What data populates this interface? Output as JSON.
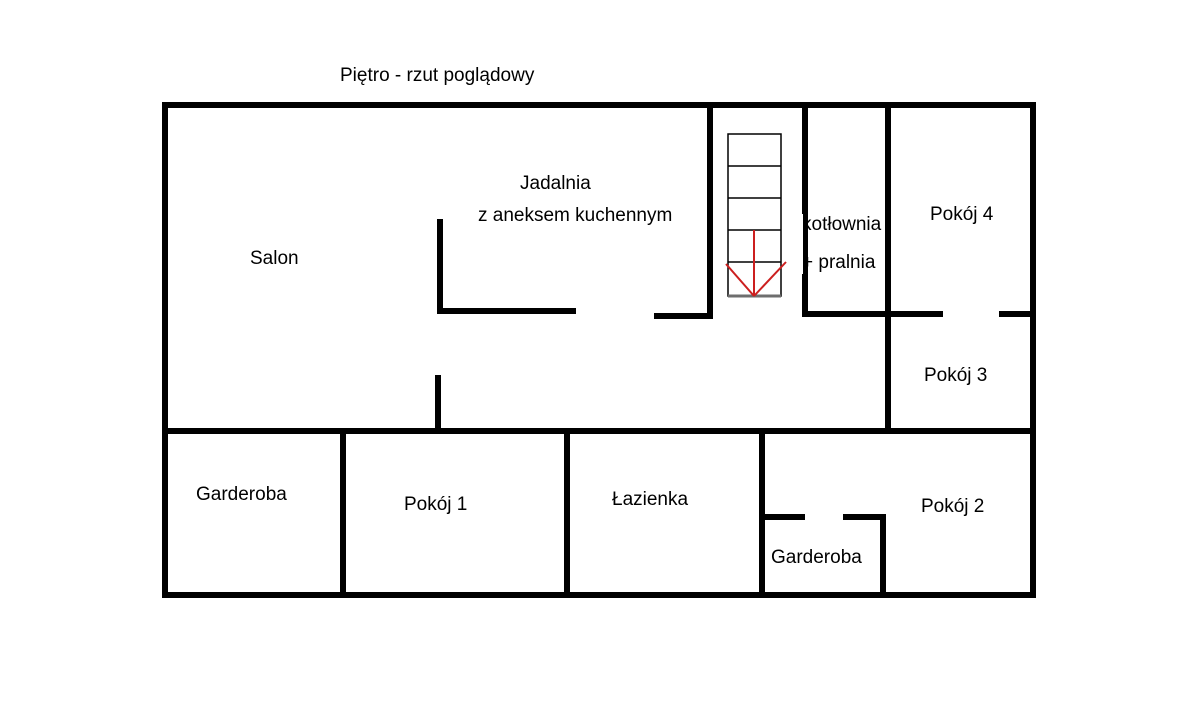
{
  "title": "Piętro - rzut poglądowy",
  "rooms": {
    "salon": "Salon",
    "jadalnia_line1": "Jadalnia",
    "jadalnia_line2": "z aneksem kuchennym",
    "kotlownia_line1": "kotłownia",
    "kotlownia_line2": "+ pralnia",
    "pokoj4": "Pokój 4",
    "pokoj3": "Pokój 3",
    "garderoba_left": "Garderoba",
    "pokoj1": "Pokój 1",
    "lazienka": "Łazienka",
    "pokoj2": "Pokój 2",
    "garderoba_small": "Garderoba"
  },
  "colors": {
    "walls": "#000000",
    "stair_arrow": "#cc1f1f",
    "background": "#ffffff"
  },
  "icons": {
    "stairs": "staircase-icon",
    "direction": "down-arrow-icon"
  }
}
